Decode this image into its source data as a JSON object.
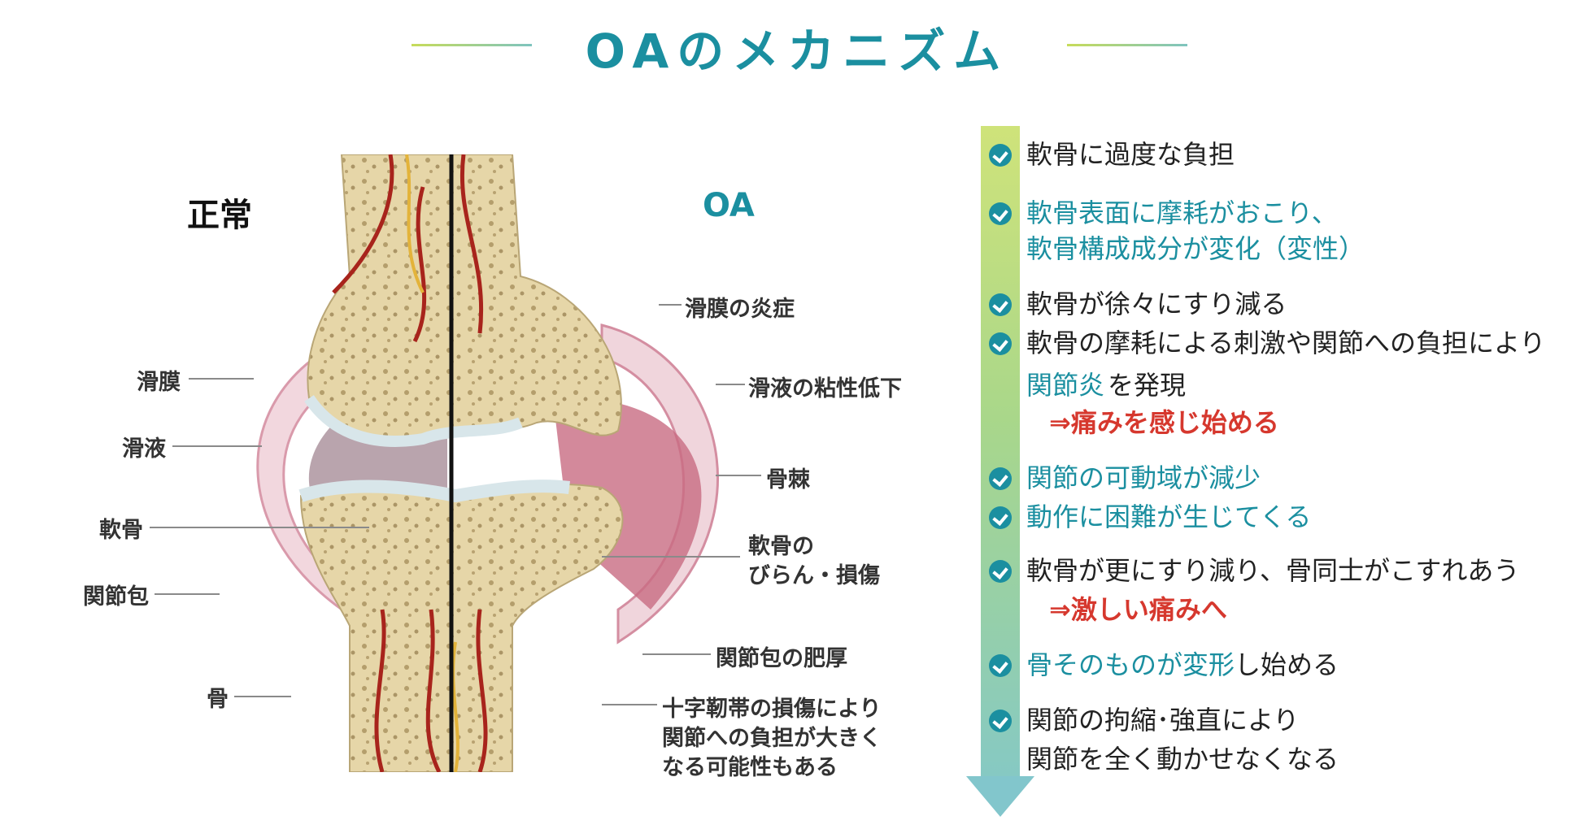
{
  "title": "OAのメカニズム",
  "diagram": {
    "label_normal": "正常",
    "label_oa": "OA",
    "left_labels": [
      "滑膜",
      "滑液",
      "軟骨",
      "関節包",
      "骨"
    ],
    "right_labels": {
      "synovitis": "滑膜の炎症",
      "viscosity": "滑液の粘性低下",
      "osteophyte": "骨棘",
      "erosion_1": "軟骨の",
      "erosion_2": "びらん・損傷",
      "capsule": "関節包の肥厚",
      "ligament_1": "十字靭帯の損傷により",
      "ligament_2": "関節への負担が大きく",
      "ligament_3": "なる可能性もある"
    }
  },
  "steps": [
    {
      "line1": "軟骨に過度な負担"
    },
    {
      "line1": "軟骨表面に摩耗がおこり、",
      "line2": "軟骨構成成分が変化（変性）"
    },
    {
      "line1": "軟骨が徐々にすり減る"
    },
    {
      "line1": "軟骨の摩耗による刺激や関節への負担により",
      "line2a": "関節炎",
      "line2b": "を発現",
      "line3": "⇒痛みを感じ始める"
    },
    {
      "line1": "関節の可動域が減少"
    },
    {
      "line1": "動作に困難が生じてくる"
    },
    {
      "line1": "軟骨が更にすり減り、骨同士がこすれあう",
      "line2": "⇒激しい痛みへ"
    },
    {
      "line1a": "骨そのものが変形",
      "line1b": "し始める"
    },
    {
      "line1": "関節の拘縮･強直により",
      "line2": "関節を全く動かせなくなる"
    }
  ],
  "colors": {
    "teal": "#1b8fa0",
    "red": "#d6382e",
    "bone": "#e3d3a4",
    "synovium": "#c86b82"
  }
}
